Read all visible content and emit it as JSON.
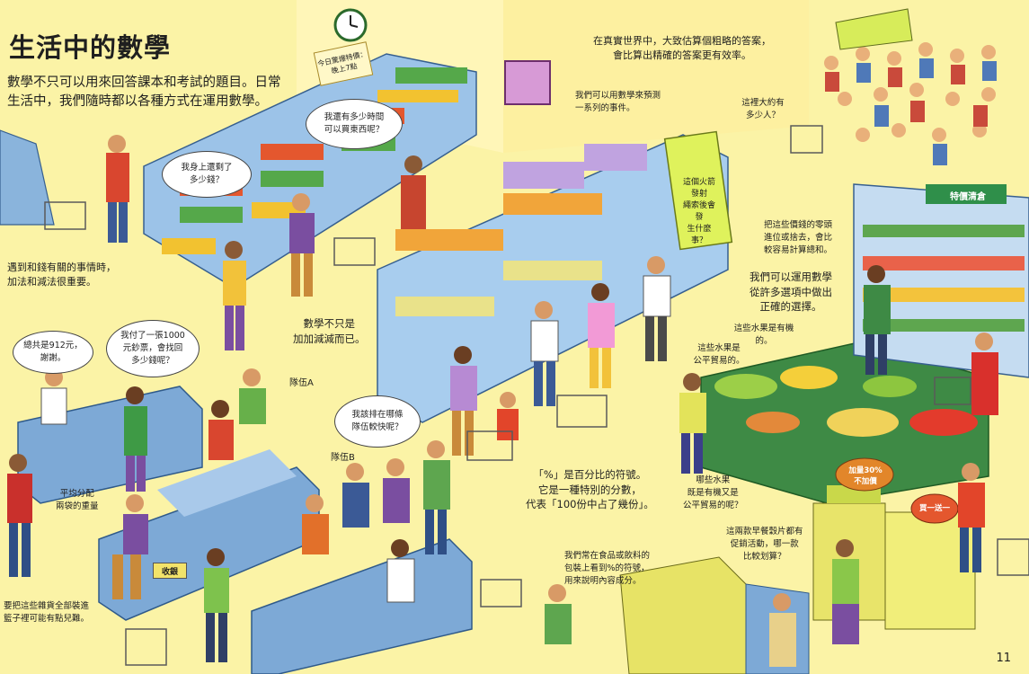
{
  "heading": {
    "title": "生活中的數學",
    "intro": "數學不只可以用來回答課本和考試的題目。日常生活中，我們隨時都以各種方式在運用數學。"
  },
  "notes": {
    "estimate": "在真實世界中，大致估算個粗略的答案，\n會比算出精確的答案更有效率。",
    "predict": "我們可以用數學來預測\n一系列的事件。",
    "add_subtract": "遇到和錢有關的事情時，\n加法和減法很重要。",
    "more_than": "數學不只是\n加加減減而已。",
    "choices": "我們可以運用數學\n從許多選項中做出\n正確的選擇。",
    "percent": "「%」是百分比的符號。\n它是一種特別的分數，\n代表「100份中占了幾份」。",
    "labels_percent": "我們常在食品或飲料的\n包裝上看到%的符號，\n用來說明內容成分。",
    "compare_price": "把這些價錢的零頭\n進位或捨去，會比\n較容易計算總和。",
    "split_bags": "平均分配\n兩袋的重量",
    "bag_tip": "要把這些雜貨全部裝進\n籃子裡可能有點兒難。",
    "fair_trade_q": "哪些水果\n既是有機又是\n公平貿易的呢？",
    "promo_q": "這兩款早餐穀片都有\n促銷活動，哪一款\n比較划算？"
  },
  "bubbles": {
    "how_much_left": "我身上還剩了\n多少錢？",
    "time_left": "我還有多少時間\n可以買東西呢？",
    "total": "總共是912元，\n謝謝。",
    "change": "我付了一張1000\n元鈔票，會找回\n多少錢呢？",
    "which_queue": "我該排在哪條\n隊伍較快呢？",
    "how_many_people": "這裡大約有\n多少人？",
    "rocket": "這個火箭發射\n繩索後會發\n生什麼事？",
    "organic": "這些水果是有機的。",
    "fair_trade": "這些水果是\n公平貿易的。"
  },
  "signs": {
    "queue_a": "隊伍A",
    "queue_b": "隊伍B",
    "special_offer": "特價清倉",
    "today_special": "今日驚爆特價：\n晚上7點",
    "discount": "加量30%\n不加價",
    "buy_get": "買一送一",
    "checkout": "收銀"
  },
  "page_number": "11",
  "colors": {
    "background": "#fbf3a6",
    "shelf": "#8ab4dc",
    "floor": "#f7ee9a"
  }
}
